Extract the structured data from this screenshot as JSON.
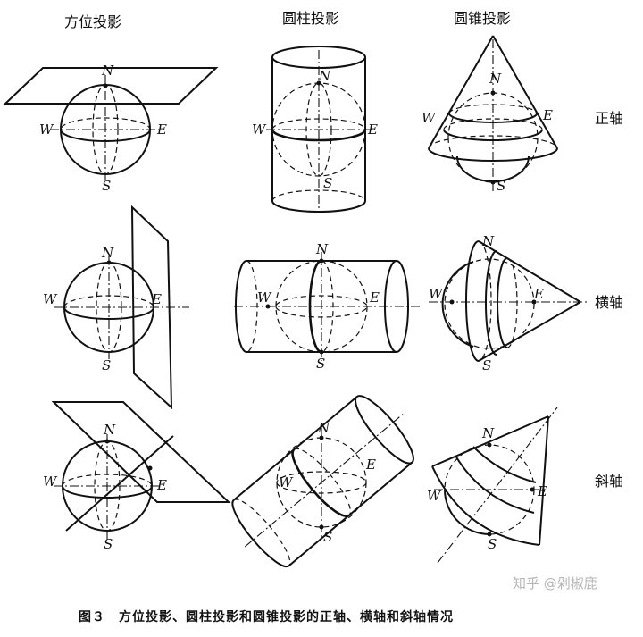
{
  "columns": {
    "azimuthal": "方位投影",
    "cylindrical": "圆柱投影",
    "conic": "圆锥投影"
  },
  "rows": {
    "normal": "正轴",
    "transverse": "横轴",
    "oblique": "斜轴"
  },
  "labels": {
    "north": "N",
    "south": "S",
    "west": "W",
    "east": "E"
  },
  "caption": "图３　方位投影、圆柱投影和圆锥投影的正轴、横轴和斜轴情况",
  "watermark": "知乎 @剁椒鹿"
}
